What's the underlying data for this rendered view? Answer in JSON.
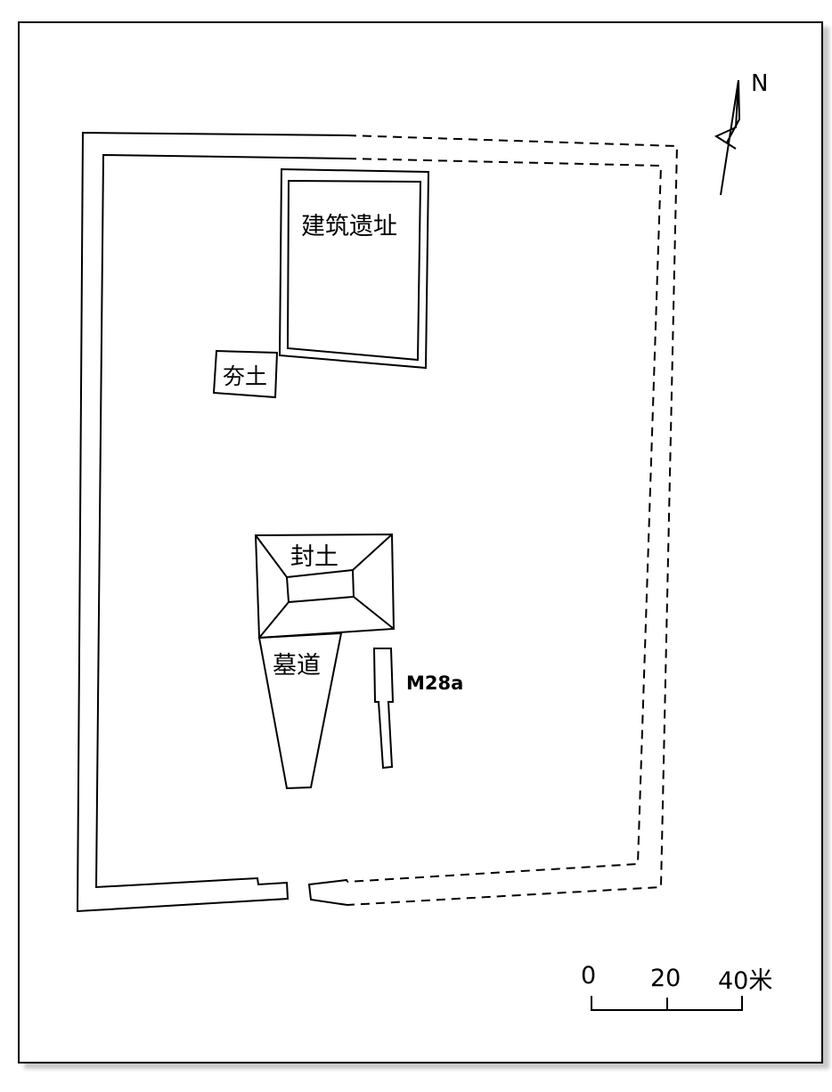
{
  "north": {
    "label": "N"
  },
  "labels": {
    "building": "建筑遗址",
    "rammed_earth": "夯土",
    "mound": "封土",
    "passage": "墓道",
    "tomb": "M28a"
  },
  "scale": {
    "ticks": [
      "0",
      "20",
      "40米"
    ]
  },
  "colors": {
    "line": "#000000",
    "background": "#ffffff"
  }
}
